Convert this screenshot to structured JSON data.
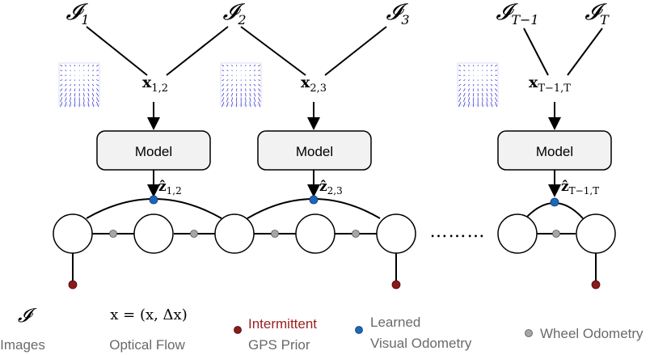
{
  "images": [
    {
      "label": "𝓘",
      "sub": "1"
    },
    {
      "label": "𝓘",
      "sub": "2"
    },
    {
      "label": "𝓘",
      "sub": "3"
    },
    {
      "label": "𝓘",
      "sub": "T−1"
    },
    {
      "label": "𝓘",
      "sub": "T"
    }
  ],
  "flows": [
    {
      "label": "x",
      "sub": "1,2"
    },
    {
      "label": "x",
      "sub": "2,3"
    },
    {
      "label": "x",
      "sub": "T−1,T"
    }
  ],
  "models": [
    {
      "label": "Model"
    },
    {
      "label": "Model"
    },
    {
      "label": "Model"
    }
  ],
  "outputs": [
    {
      "label": "ẑ",
      "sub": "1,2"
    },
    {
      "label": "ẑ",
      "sub": "2,3"
    },
    {
      "label": "ẑ",
      "sub": "T−1,T"
    }
  ],
  "ellipsis": "………",
  "legend": {
    "images": {
      "symbol": "𝓘",
      "text": "Images"
    },
    "flow": {
      "symbol": "x = (x, Δx)",
      "text": "Optical Flow"
    },
    "gps": {
      "line1": "Intermittent",
      "line2": "GPS Prior"
    },
    "vo": {
      "line1": "Learned",
      "line2": "Visual Odometry"
    },
    "wheel": {
      "text": "Wheel Odometry"
    }
  },
  "colors": {
    "gps": "#8b1a1a",
    "gps_text": "#9b2020",
    "vo": "#1f66b8",
    "wheel": "#a6a6a6",
    "model_fill": "#f2f2f2",
    "legend_text": "#6a6a6a",
    "flow_arrows": "#3b3bd6"
  }
}
